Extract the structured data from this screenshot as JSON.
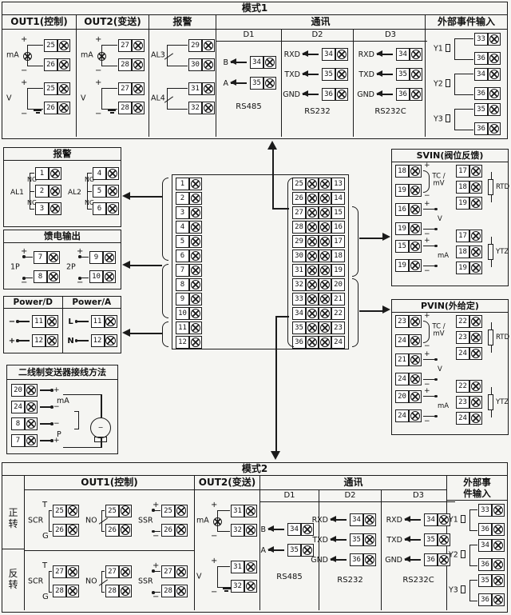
{
  "signs": {
    "plus": "+",
    "minus": "−"
  },
  "mode1": {
    "title": "模式1",
    "out1": {
      "header": "OUT1(控制)",
      "groups": [
        {
          "label": "mA",
          "terminals": [
            "25",
            "26"
          ]
        },
        {
          "label": "V",
          "terminals": [
            "25",
            "26"
          ]
        }
      ]
    },
    "out2": {
      "header": "OUT2(变送)",
      "groups": [
        {
          "label": "mA",
          "terminals": [
            "27",
            "28"
          ]
        },
        {
          "label": "V",
          "terminals": [
            "27",
            "28"
          ]
        }
      ]
    },
    "alarm": {
      "header": "报警",
      "groups": [
        {
          "label": "AL3",
          "terminals": [
            "29",
            "30"
          ]
        },
        {
          "label": "AL4",
          "terminals": [
            "31",
            "32"
          ]
        }
      ]
    },
    "comm": {
      "header": "通讯",
      "ports": [
        {
          "name": "D1",
          "standard": "RS485",
          "signals": [
            {
              "label": "B",
              "terminal": "34"
            },
            {
              "label": "A",
              "terminal": "35"
            }
          ]
        },
        {
          "name": "D2",
          "standard": "RS232",
          "signals": [
            {
              "label": "RXD",
              "terminal": "34"
            },
            {
              "label": "TXD",
              "terminal": "35"
            },
            {
              "label": "GND",
              "terminal": "36"
            }
          ]
        },
        {
          "name": "D3",
          "standard": "RS232C",
          "signals": [
            {
              "label": "RXD",
              "terminal": "34"
            },
            {
              "label": "TXD",
              "terminal": "35"
            },
            {
              "label": "GND",
              "terminal": "36"
            }
          ]
        }
      ]
    },
    "events": {
      "header": "外部事件输入",
      "groups": [
        {
          "label": "Y1",
          "terminals": [
            "33",
            "36"
          ]
        },
        {
          "label": "Y2",
          "terminals": [
            "34",
            "36"
          ]
        },
        {
          "label": "Y3",
          "terminals": [
            "35",
            "36"
          ]
        }
      ]
    }
  },
  "middle": {
    "alarm": {
      "title": "报警",
      "no": "NO",
      "nc": "NC",
      "groups": [
        {
          "label": "AL1",
          "terminals": [
            "1",
            "2",
            "3"
          ]
        },
        {
          "label": "AL2",
          "terminals": [
            "4",
            "5",
            "6"
          ]
        }
      ]
    },
    "feed": {
      "title": "馈电输出",
      "groups": [
        {
          "label": "1P",
          "terminals": [
            "7",
            "8"
          ]
        },
        {
          "label": "2P",
          "terminals": [
            "9",
            "10"
          ]
        }
      ]
    },
    "power": {
      "cells": [
        {
          "title": "Power/D",
          "rows": [
            {
              "label": "−",
              "terminal": "11"
            },
            {
              "label": "+",
              "terminal": "12"
            }
          ]
        },
        {
          "title": "Power/A",
          "rows": [
            {
              "label": "L",
              "terminal": "11"
            },
            {
              "label": "N",
              "terminal": "12"
            }
          ]
        }
      ]
    },
    "twowire": {
      "title": "二线制变送器接线方法",
      "ma_label": "mA",
      "p_label": "P",
      "rows": [
        {
          "terminal": "20",
          "sign": "+"
        },
        {
          "terminal": "24",
          "sign": "−"
        },
        {
          "terminal": "8",
          "sign": "−"
        },
        {
          "terminal": "7",
          "sign": "+"
        }
      ]
    },
    "strip": {
      "left": [
        "1",
        "2",
        "3",
        "4",
        "5",
        "6",
        "7",
        "8",
        "9",
        "10",
        "11",
        "12"
      ],
      "right": [
        [
          "25",
          "13"
        ],
        [
          "26",
          "14"
        ],
        [
          "27",
          "15"
        ],
        [
          "28",
          "16"
        ],
        [
          "29",
          "17"
        ],
        [
          "30",
          "18"
        ],
        [
          "31",
          "19"
        ],
        [
          "32",
          "20"
        ],
        [
          "33",
          "21"
        ],
        [
          "34",
          "22"
        ],
        [
          "35",
          "23"
        ],
        [
          "36",
          "24"
        ]
      ]
    },
    "svin": {
      "title": "SVIN(阀位反馈)",
      "left_groups": [
        {
          "label": "TC / mV",
          "terminals": [
            "18",
            "19"
          ]
        },
        {
          "label": "V",
          "terminals": [
            "16",
            "19"
          ]
        },
        {
          "label": "mA",
          "terminals": [
            "15",
            "19"
          ]
        }
      ],
      "right_groups": [
        {
          "label": "RTD",
          "terminals": [
            "17",
            "18",
            "19"
          ]
        },
        {
          "label": "YTZ",
          "terminals": [
            "17",
            "18",
            "19"
          ]
        }
      ]
    },
    "pvin": {
      "title": "PVIN(外给定)",
      "left_groups": [
        {
          "label": "TC / mV",
          "terminals": [
            "23",
            "24"
          ]
        },
        {
          "label": "V",
          "terminals": [
            "21",
            "24"
          ]
        },
        {
          "label": "mA",
          "terminals": [
            "20",
            "24"
          ]
        }
      ],
      "right_groups": [
        {
          "label": "RTD",
          "terminals": [
            "22",
            "23",
            "24"
          ]
        },
        {
          "label": "YTZ",
          "terminals": [
            "22",
            "23",
            "24"
          ]
        }
      ]
    }
  },
  "mode2": {
    "title": "模式2",
    "out1": {
      "header": "OUT1(控制)",
      "rows": [
        {
          "row_label": "正转",
          "scr": {
            "label": "SCR",
            "t": "T",
            "g": "G",
            "terminals": [
              "25",
              "26"
            ]
          },
          "no": {
            "label": "NO",
            "terminals": [
              "25",
              "26"
            ]
          },
          "ssr": {
            "label": "SSR",
            "terminals": [
              "25",
              "26"
            ]
          }
        },
        {
          "row_label": "反转",
          "scr": {
            "label": "SCR",
            "t": "T",
            "g": "G",
            "terminals": [
              "27",
              "28"
            ]
          },
          "no": {
            "label": "NO",
            "terminals": [
              "27",
              "28"
            ]
          },
          "ssr": {
            "label": "SSR",
            "terminals": [
              "27",
              "28"
            ]
          }
        }
      ]
    },
    "out2": {
      "header": "OUT2(变送)",
      "groups": [
        {
          "label": "mA",
          "terminals": [
            "31",
            "32"
          ]
        },
        {
          "label": "V",
          "terminals": [
            "31",
            "32"
          ]
        }
      ]
    },
    "comm": {
      "header": "通讯",
      "ports": [
        {
          "name": "D1",
          "standard": "RS485",
          "signals": [
            {
              "label": "B",
              "terminal": "34"
            },
            {
              "label": "A",
              "terminal": "35"
            }
          ]
        },
        {
          "name": "D2",
          "standard": "RS232",
          "signals": [
            {
              "label": "RXD",
              "terminal": "34"
            },
            {
              "label": "TXD",
              "terminal": "35"
            },
            {
              "label": "GND",
              "terminal": "36"
            }
          ]
        },
        {
          "name": "D3",
          "standard": "RS232C",
          "signals": [
            {
              "label": "RXD",
              "terminal": "34"
            },
            {
              "label": "TXD",
              "terminal": "35"
            },
            {
              "label": "GND",
              "terminal": "36"
            }
          ]
        }
      ]
    },
    "events": {
      "header_line1": "外部事",
      "header_line2": "件输入",
      "groups": [
        {
          "label": "Y1",
          "terminals": [
            "33",
            "36"
          ]
        },
        {
          "label": "Y2",
          "terminals": [
            "34",
            "36"
          ]
        },
        {
          "label": "Y3",
          "terminals": [
            "35",
            "36"
          ]
        }
      ]
    }
  }
}
